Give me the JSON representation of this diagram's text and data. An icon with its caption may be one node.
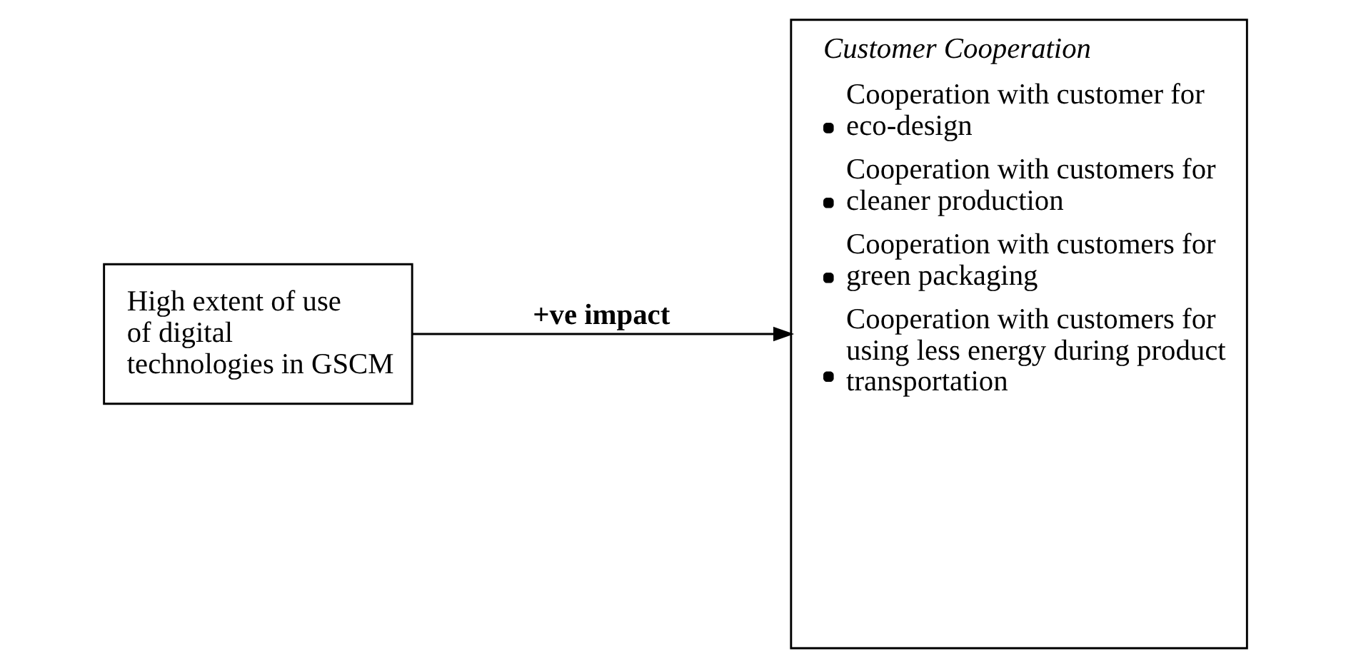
{
  "diagram": {
    "nodes": [
      {
        "text": [
          "High extent of use of digital technologies in GSCM"
        ]
      },
      {
        "text": [
          "Customer Cooperation",
          "Cooperation with customer for eco-design",
          "Cooperation with customers for cleaner production",
          "Cooperation with customers for green packaging",
          "Cooperation with customers for using less energy during product transportation"
        ]
      }
    ],
    "edges": [
      {
        "from": 0,
        "to": 1,
        "arrow": "to",
        "label": "+ve impact"
      }
    ]
  }
}
